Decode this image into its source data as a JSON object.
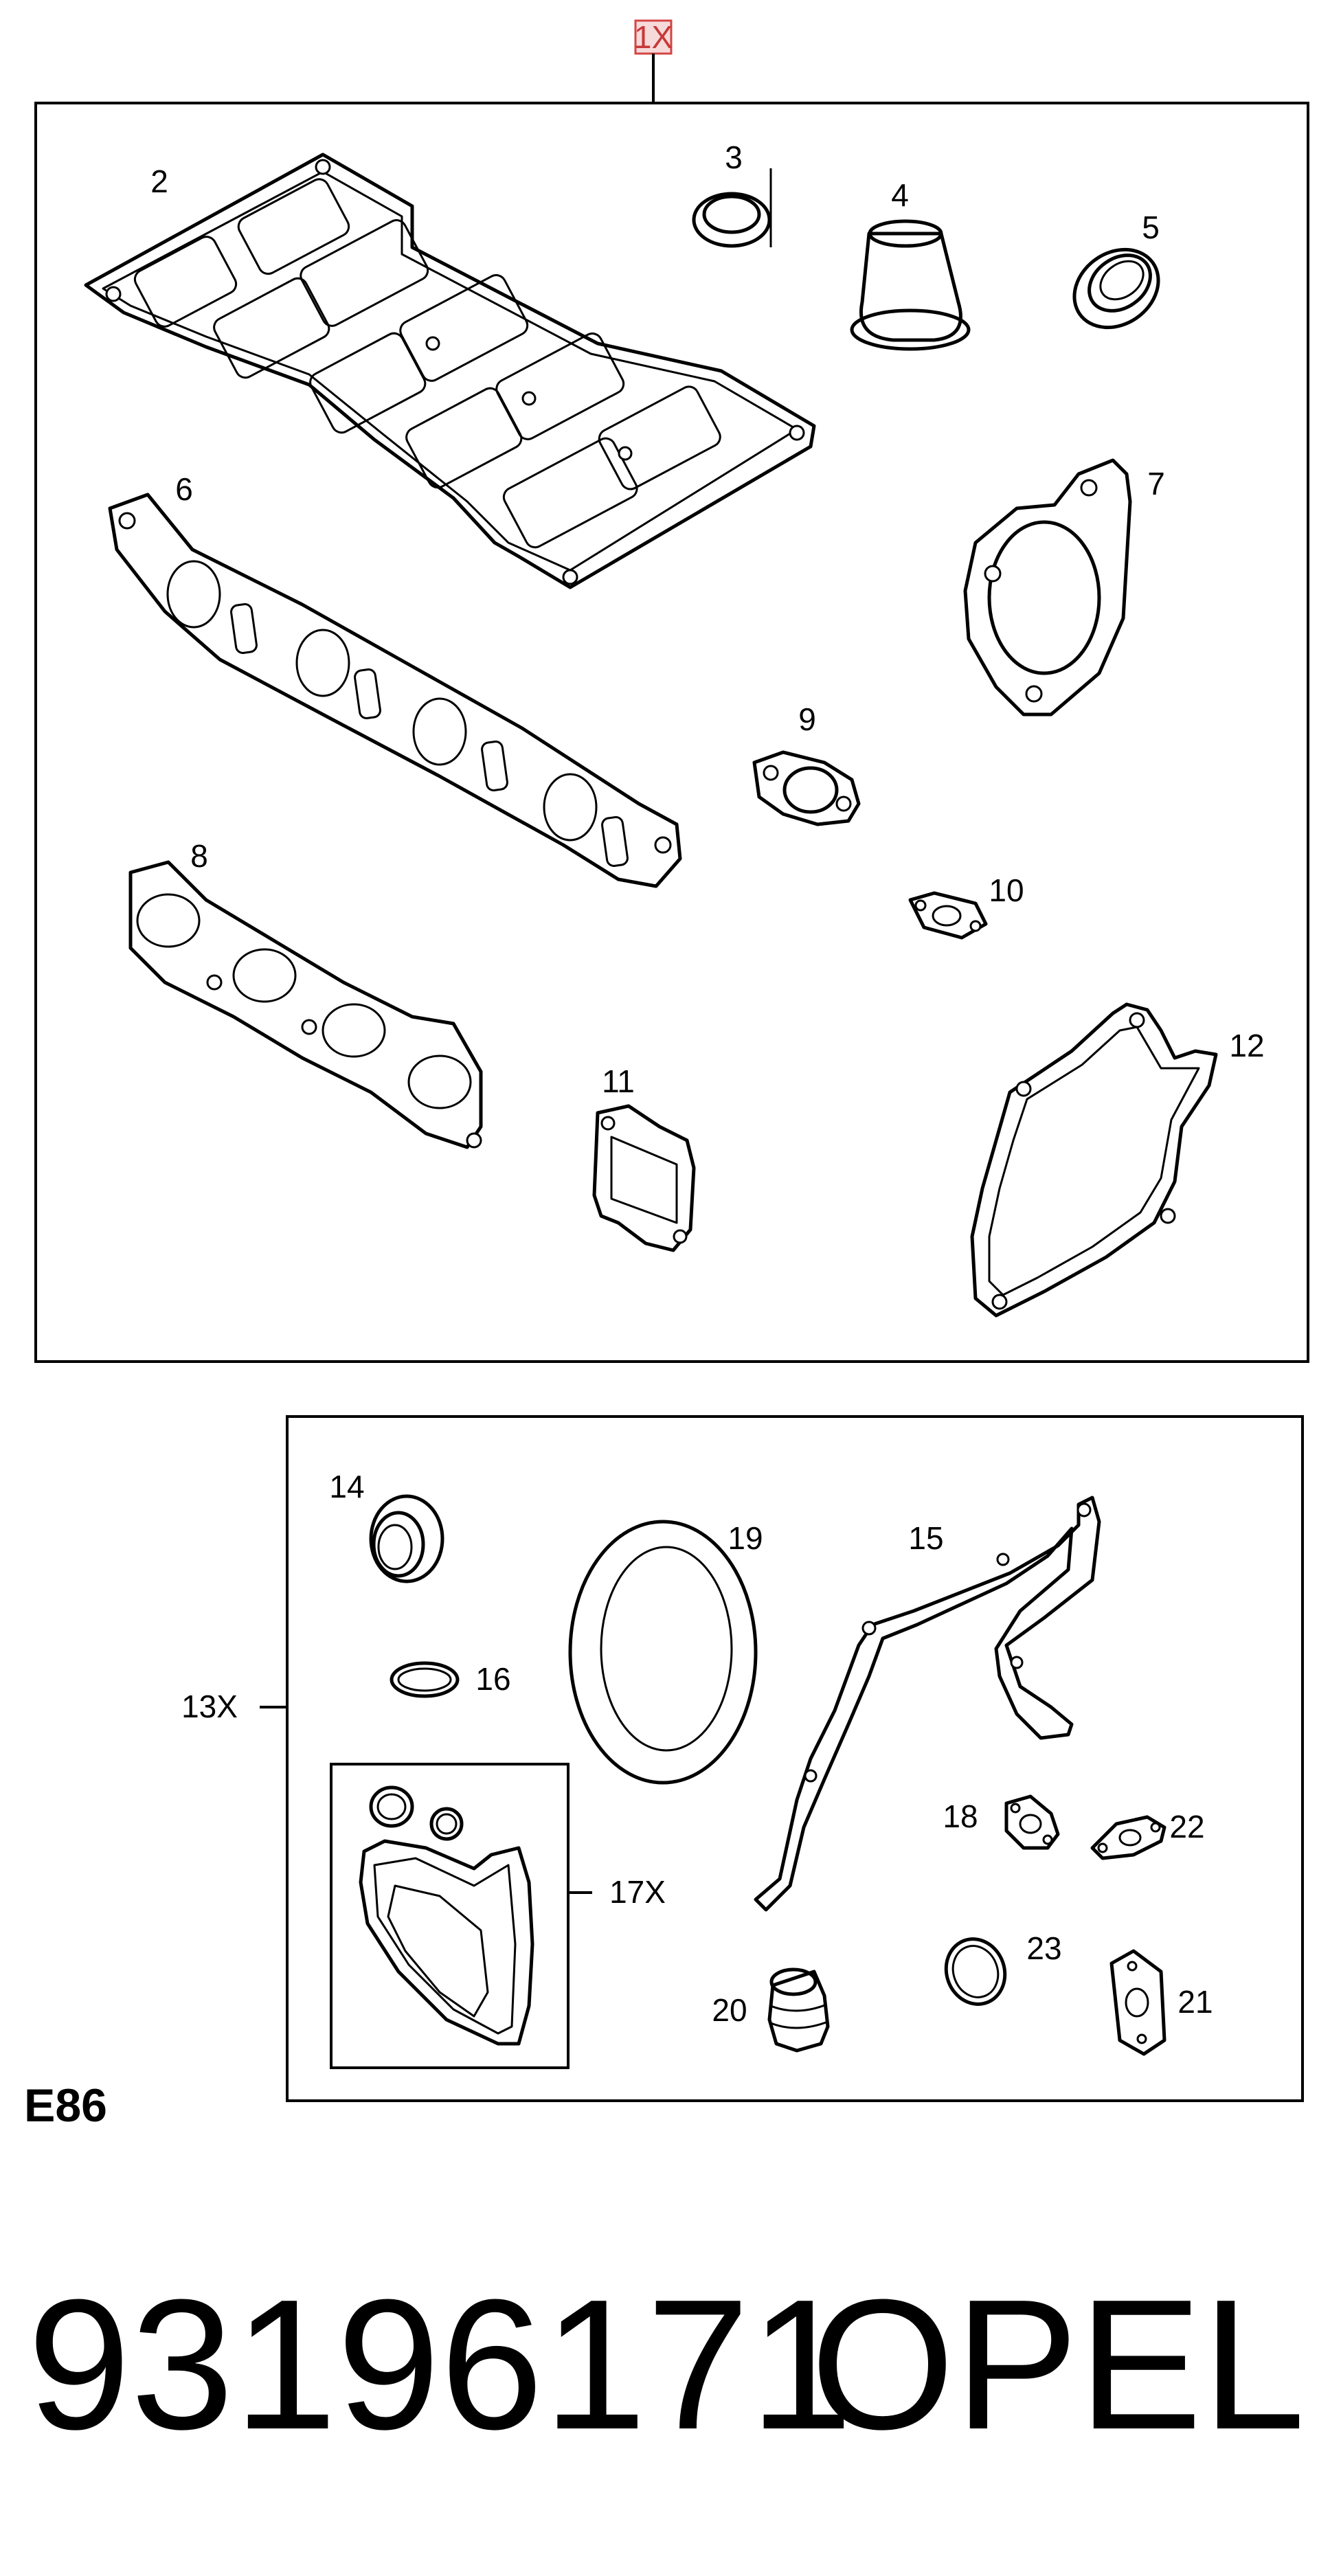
{
  "kit_marker": "1X",
  "group": "E86",
  "part_number": "93196171",
  "brand": "OPEL",
  "labels": {
    "p2": "2",
    "p3": "3",
    "p4": "4",
    "p5": "5",
    "p6": "6",
    "p7": "7",
    "p8": "8",
    "p9": "9",
    "p10": "10",
    "p11": "11",
    "p12": "12",
    "p13": "13X",
    "p14": "14",
    "p15": "15",
    "p16": "16",
    "p17": "17X",
    "p18": "18",
    "p19": "19",
    "p20": "20",
    "p21": "21",
    "p22": "22",
    "p23": "23"
  },
  "colors": {
    "marker_border": "#d44444",
    "marker_fill": "#f6dada",
    "line": "#000000"
  }
}
